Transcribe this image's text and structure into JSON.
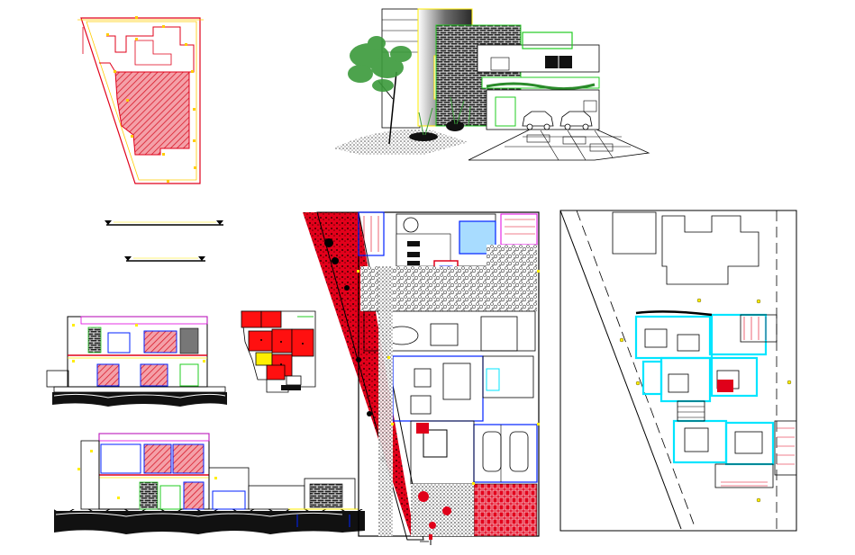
{
  "sheet": {
    "background": "#ffffff",
    "views": [
      {
        "id": "site-plan-hatched",
        "kind": "site plan"
      },
      {
        "id": "front-perspective-render",
        "kind": "3D perspective"
      },
      {
        "id": "section-markers",
        "kind": "section reference lines"
      },
      {
        "id": "elevation-front",
        "kind": "elevation"
      },
      {
        "id": "roof-plan-colored",
        "kind": "roof plan"
      },
      {
        "id": "elevation-section",
        "kind": "section"
      },
      {
        "id": "ground-floor-plan",
        "kind": "floor plan"
      },
      {
        "id": "first-floor-plan",
        "kind": "floor plan"
      }
    ]
  },
  "colors": {
    "line_red": "#e0001a",
    "line_blue": "#0022ff",
    "line_cyan": "#00e5ff",
    "line_yellow": "#ffee00",
    "line_green": "#22cc22",
    "line_magenta": "#e000e0",
    "line_black": "#000000",
    "roof_red": "#ff1010",
    "water_blue": "#a8dcff",
    "tree_green": "#3a9a3a",
    "hatch_red": "#d81a2a",
    "terrain_black": "#111111"
  }
}
